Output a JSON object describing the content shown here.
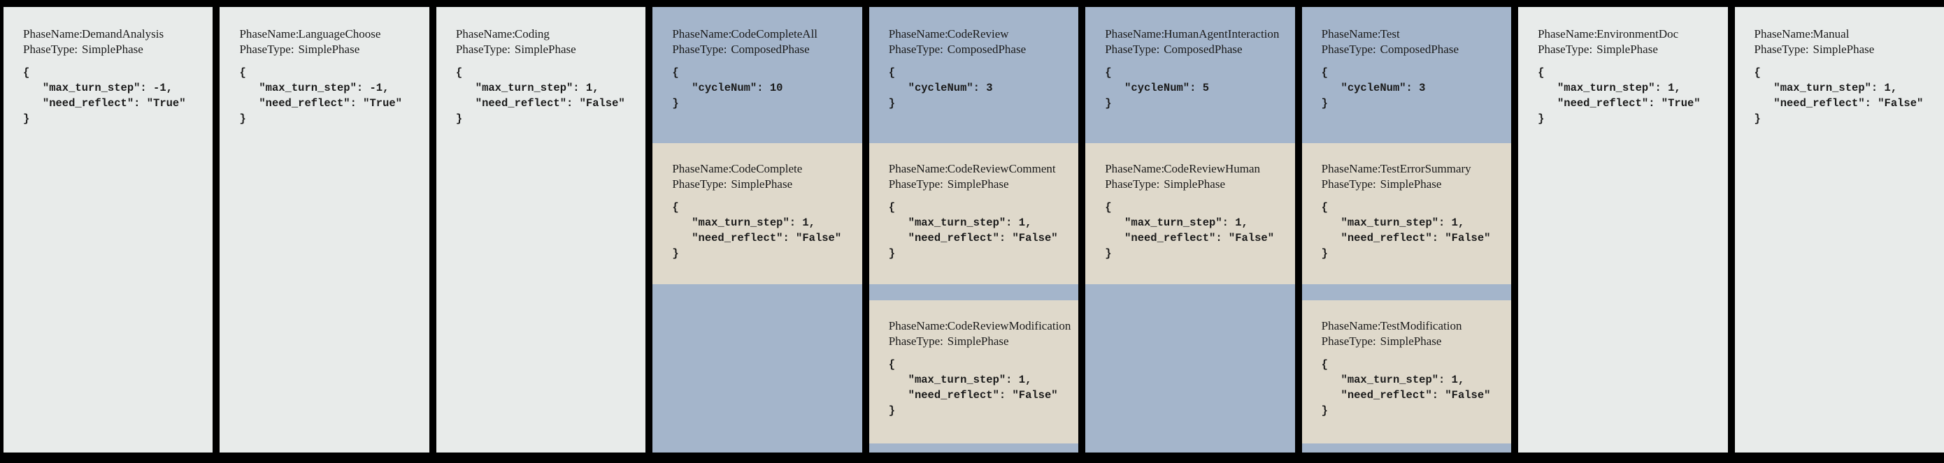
{
  "ui": {
    "phase_name_label": "PhaseName:",
    "phase_type_label": "PhaseType:"
  },
  "colors": {
    "canvas_bg": "#000000",
    "simple_bg": "#e8ebea",
    "composed_bg": "#a4b5cb",
    "subphase_bg": "#dfd9cb",
    "text": "#1a1a1a"
  },
  "phases": [
    {
      "name": "DemandAnalysis",
      "type": "SimplePhase",
      "config": "{\n   \"max_turn_step\": -1,\n   \"need_reflect\": \"True\"\n}"
    },
    {
      "name": "LanguageChoose",
      "type": "SimplePhase",
      "config": "{\n   \"max_turn_step\": -1,\n   \"need_reflect\": \"True\"\n}"
    },
    {
      "name": "Coding",
      "type": "SimplePhase",
      "config": "{\n   \"max_turn_step\": 1,\n   \"need_reflect\": \"False\"\n}"
    },
    {
      "name": "CodeCompleteAll",
      "type": "ComposedPhase",
      "config": "{\n   \"cycleNum\": 10\n}",
      "subphases": [
        {
          "name": "CodeComplete",
          "type": "SimplePhase",
          "config": "{\n   \"max_turn_step\": 1,\n   \"need_reflect\": \"False\"\n}"
        }
      ]
    },
    {
      "name": "CodeReview",
      "type": "ComposedPhase",
      "config": "{\n   \"cycleNum\": 3\n}",
      "subphases": [
        {
          "name": "CodeReviewComment",
          "type": "SimplePhase",
          "config": "{\n   \"max_turn_step\": 1,\n   \"need_reflect\": \"False\"\n}"
        },
        {
          "name": "CodeReviewModification",
          "type": "SimplePhase",
          "config": "{\n   \"max_turn_step\": 1,\n   \"need_reflect\": \"False\"\n}"
        }
      ]
    },
    {
      "name": "HumanAgentInteraction",
      "type": "ComposedPhase",
      "config": "{\n   \"cycleNum\": 5\n}",
      "subphases": [
        {
          "name": "CodeReviewHuman",
          "type": "SimplePhase",
          "config": "{\n   \"max_turn_step\": 1,\n   \"need_reflect\": \"False\"\n}"
        }
      ]
    },
    {
      "name": "Test",
      "type": "ComposedPhase",
      "config": "{\n   \"cycleNum\": 3\n}",
      "subphases": [
        {
          "name": "TestErrorSummary",
          "type": "SimplePhase",
          "config": "{\n   \"max_turn_step\": 1,\n   \"need_reflect\": \"False\"\n}"
        },
        {
          "name": "TestModification",
          "type": "SimplePhase",
          "config": "{\n   \"max_turn_step\": 1,\n   \"need_reflect\": \"False\"\n}"
        }
      ]
    },
    {
      "name": "EnvironmentDoc",
      "type": "SimplePhase",
      "config": "{\n   \"max_turn_step\": 1,\n   \"need_reflect\": \"True\"\n}"
    },
    {
      "name": "Manual",
      "type": "SimplePhase",
      "config": "{\n   \"max_turn_step\": 1,\n   \"need_reflect\": \"False\"\n}"
    }
  ]
}
